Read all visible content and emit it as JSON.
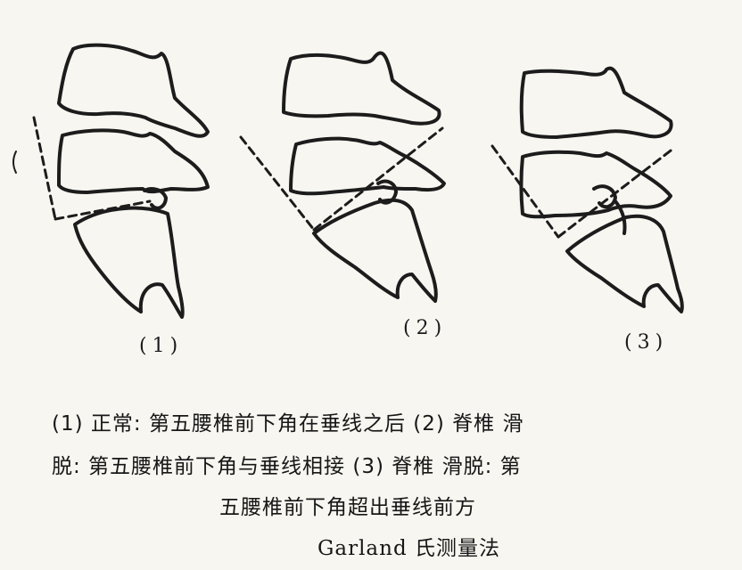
{
  "figures": [
    {
      "label": "(1)"
    },
    {
      "label": "(2)"
    },
    {
      "label": "(3)"
    }
  ],
  "caption": {
    "line1": "(1) 正常: 第五腰椎前下角在垂线之后  (2) 脊椎 滑",
    "line2": "脱: 第五腰椎前下角与垂线相接  (3) 脊椎 滑脱: 第",
    "line3": "五腰椎前下角超出垂线前方",
    "title": "Garland 氏测量法"
  }
}
